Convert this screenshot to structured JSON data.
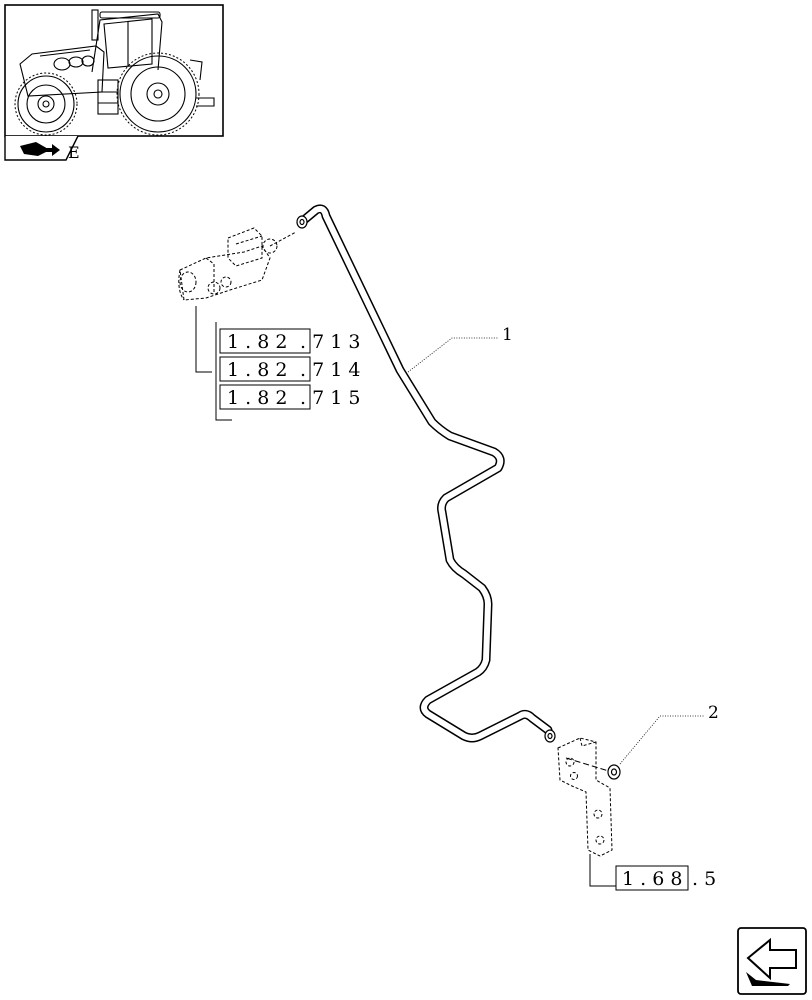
{
  "thumbnail": {
    "caption_glyph": "E",
    "icon": "book-arrow-icon"
  },
  "references": {
    "upper_group": [
      {
        "boxed": "1 . 8 2",
        "rest": ". 7 1 3"
      },
      {
        "boxed": "1 . 8 2",
        "rest": ". 7 1 4"
      },
      {
        "boxed": "1 . 8 2",
        "rest": ". 7 1 5"
      }
    ],
    "lower": {
      "boxed": "1 . 6 8",
      "rest": ". 5"
    }
  },
  "callouts": {
    "item_1": "1",
    "item_2": "2"
  },
  "navigation": {
    "next_page_icon": "next-page-arrow-icon"
  },
  "colors": {
    "line": "#000000",
    "background": "#ffffff",
    "leader_dotted": "#000000"
  }
}
